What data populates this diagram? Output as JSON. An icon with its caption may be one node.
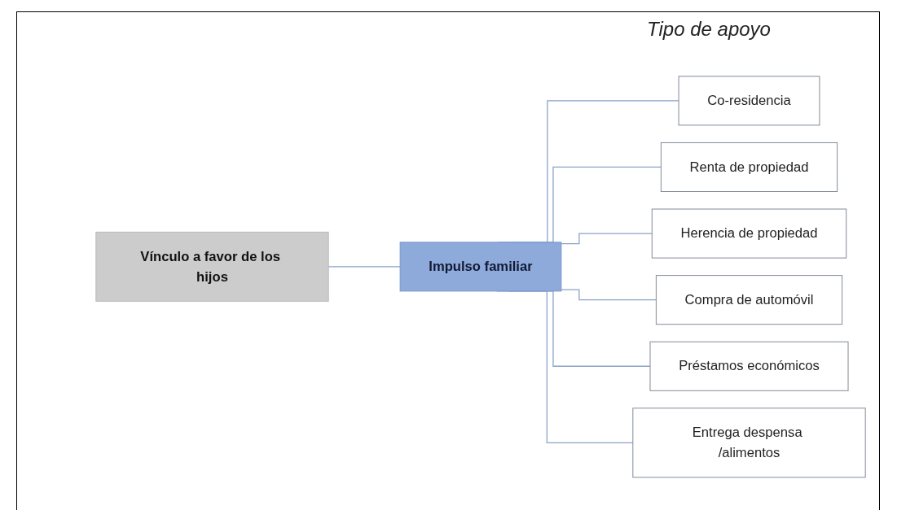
{
  "diagram": {
    "nodes": [
      {
        "text": [
          "Vínculo a favor de los hijos"
        ]
      },
      {
        "text": [
          "Impulso familiar"
        ]
      },
      {
        "text": [
          "Co-residencia"
        ]
      },
      {
        "text": [
          "Renta de propiedad"
        ]
      },
      {
        "text": [
          "Herencia de propiedad"
        ]
      },
      {
        "text": [
          "Compra de automóvil"
        ]
      },
      {
        "text": [
          "Préstamos económicos"
        ]
      },
      {
        "text": [
          "Entrega despensa /alimentos"
        ]
      }
    ],
    "edges": [
      {
        "from": 0,
        "to": 1,
        "arrow": "none"
      },
      {
        "from": 1,
        "to": 2,
        "arrow": "none"
      },
      {
        "from": 1,
        "to": 3,
        "arrow": "none"
      },
      {
        "from": 1,
        "to": 4,
        "arrow": "none"
      },
      {
        "from": 1,
        "to": 5,
        "arrow": "none"
      },
      {
        "from": 1,
        "to": 6,
        "arrow": "none"
      },
      {
        "from": 1,
        "to": 7,
        "arrow": "none"
      }
    ],
    "labels": [
      "Tipo de apoyo"
    ]
  }
}
